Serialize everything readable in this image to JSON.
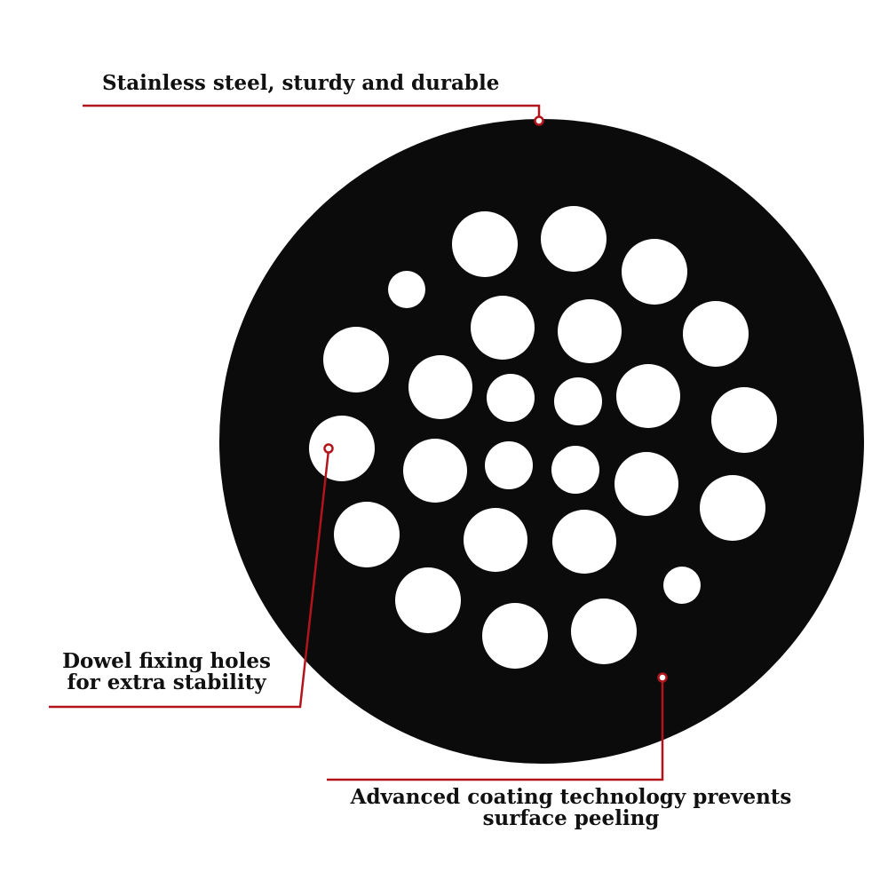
{
  "annotations": {
    "top": "Stainless steel, sturdy and durable",
    "left_line1": "Dowel fixing holes",
    "left_line2": "for extra stability",
    "bottom_line1": "Advanced coating technology prevents",
    "bottom_line2": "surface peeling"
  },
  "colors": {
    "plate": "#0b0b0b",
    "accent": "#b3141b",
    "text": "#111111"
  }
}
